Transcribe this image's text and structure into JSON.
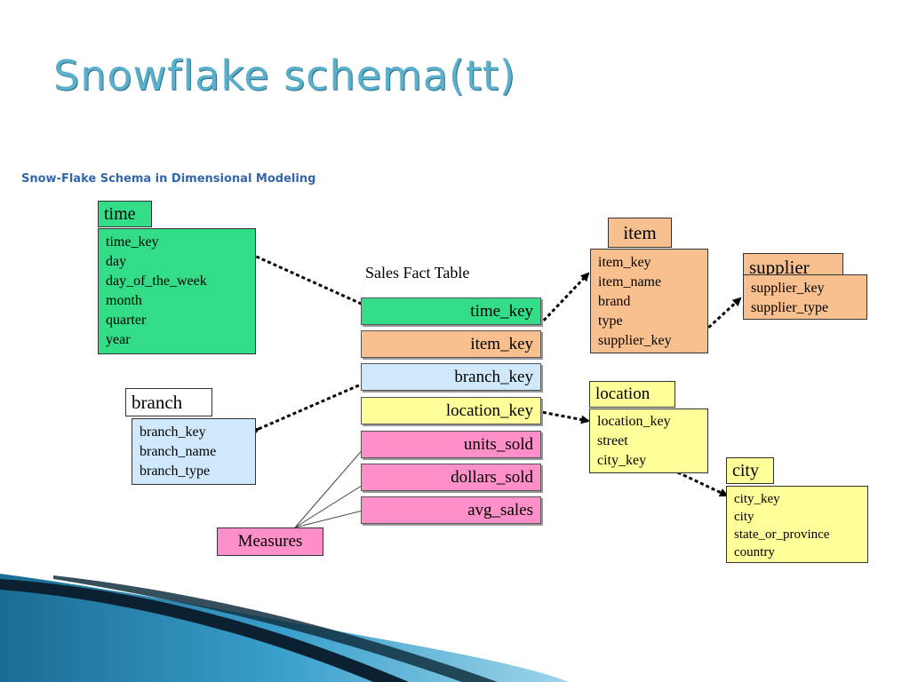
{
  "slide": {
    "title": "Snowflake schema(tt)"
  },
  "caption": "Snow-Flake Schema in Dimensional Modeling",
  "time": {
    "label": "time",
    "fields": [
      "time_key",
      "day",
      "day_of_the_week",
      "month",
      "quarter",
      "year"
    ]
  },
  "branch": {
    "label": "branch",
    "fields": [
      "branch_key",
      "branch_name",
      "branch_type"
    ]
  },
  "fact": {
    "label": "Sales Fact Table",
    "keys": [
      "time_key",
      "item_key",
      "branch_key",
      "location_key",
      "units_sold",
      "dollars_sold",
      "avg_sales"
    ]
  },
  "measures": {
    "label": "Measures"
  },
  "item": {
    "label": "item",
    "fields": [
      "item_key",
      "item_name",
      "brand",
      "type",
      "supplier_key"
    ]
  },
  "supplier": {
    "label": "supplier",
    "fields": [
      "supplier_key",
      "supplier_type"
    ]
  },
  "location": {
    "label": "location",
    "fields": [
      "location_key",
      "street",
      "city_key"
    ]
  },
  "city": {
    "label": "city",
    "fields": [
      "city_key",
      "city",
      "state_or_province",
      "country"
    ]
  },
  "colors": {
    "title": "#5ab0cc",
    "caption": "#3366aa",
    "time": "#33dd88",
    "item": "#f9c08f",
    "branch": "#cfe8fb",
    "location": "#ffff99",
    "measures": "#ff8fc8",
    "wave_dark": "#0b2030",
    "wave_blue": "#3a9cc8"
  }
}
